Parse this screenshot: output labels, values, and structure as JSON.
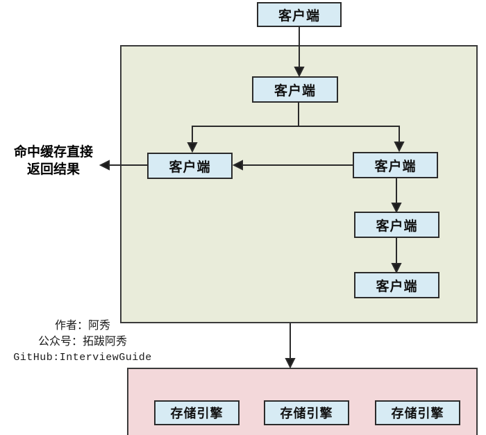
{
  "nodes": {
    "client_root": {
      "label": "客户端"
    },
    "client_l1": {
      "label": "客户端"
    },
    "client_left": {
      "label": "客户端"
    },
    "client_right": {
      "label": "客户端"
    },
    "client_l3": {
      "label": "客户端"
    },
    "client_l4": {
      "label": "客户端"
    }
  },
  "storage": {
    "engines": [
      {
        "label": "存储引擎"
      },
      {
        "label": "存储引擎"
      },
      {
        "label": "存储引擎"
      }
    ]
  },
  "annotation": {
    "cache_hit_line1": "命中缓存直接",
    "cache_hit_line2": "返回结果"
  },
  "attribution": {
    "author": "作者：阿秀",
    "wechat": "公众号：拓跋阿秀",
    "github": "GitHub:InterviewGuide"
  },
  "colors": {
    "node_fill": "#d7ebf4",
    "server_layer_fill": "#e9ecda",
    "storage_layer_fill": "#f3d8da",
    "border": "#2b2b2b"
  }
}
